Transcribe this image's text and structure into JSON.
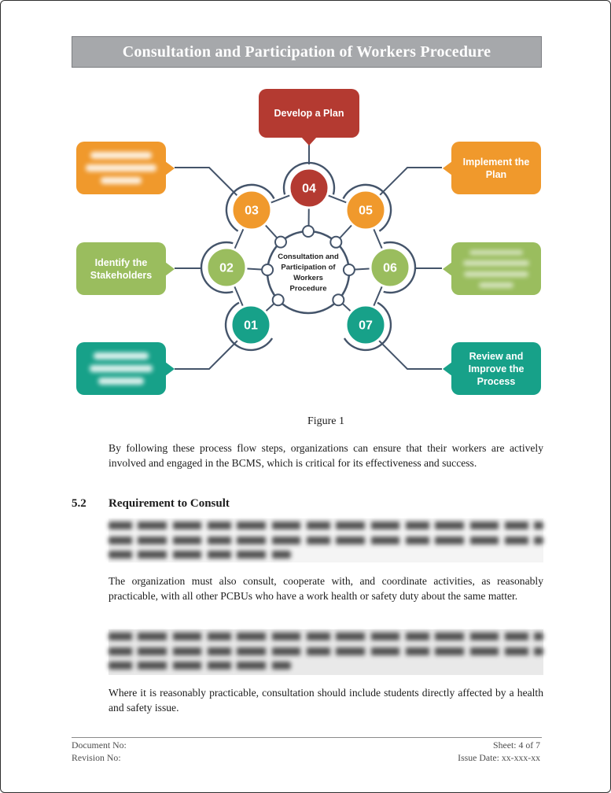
{
  "page": {
    "title": "Consultation and Participation of Workers Procedure",
    "figure_caption": "Figure 1"
  },
  "diagram": {
    "center_label": [
      "Consultation and",
      "Participation of",
      "Workers",
      "Procedure"
    ],
    "colors": {
      "red": "#b43a31",
      "orange": "#f0992c",
      "green": "#9abd5e",
      "teal": "#17a189",
      "connector": "#44546a",
      "banner_gray": "#a6a8ab"
    },
    "steps": [
      {
        "number": "01",
        "color": "teal"
      },
      {
        "number": "02",
        "color": "green"
      },
      {
        "number": "03",
        "color": "orange"
      },
      {
        "number": "04",
        "color": "red"
      },
      {
        "number": "05",
        "color": "orange"
      },
      {
        "number": "06",
        "color": "green"
      },
      {
        "number": "07",
        "color": "teal"
      }
    ],
    "callouts": {
      "top": {
        "label": "Develop a Plan",
        "color": "red",
        "redacted": false
      },
      "top_left": {
        "label": "",
        "color": "orange",
        "redacted": true
      },
      "mid_left": {
        "label": "Identify the Stakeholders",
        "color": "green",
        "redacted": false
      },
      "bottom_left": {
        "label": "",
        "color": "teal",
        "redacted": true
      },
      "top_right": {
        "label": "Implement the Plan",
        "color": "orange",
        "redacted": false
      },
      "mid_right": {
        "label": "",
        "color": "green",
        "redacted": true
      },
      "bottom_right": {
        "label": "Review and Improve the Process",
        "color": "teal",
        "redacted": false
      }
    }
  },
  "body": {
    "para1": "By following these process flow steps, organizations can ensure that their workers are actively involved and engaged in the BCMS, which is critical for its effectiveness and success.",
    "section_number": "5.2",
    "section_title": "Requirement to Consult",
    "redacted_para1_lines": 3,
    "para2": "The organization must also consult, cooperate with, and coordinate activities, as reasonably practicable, with all other PCBUs who have a work health or safety duty about the same matter.",
    "redacted_para2_lines": 3,
    "para3": "Where it is reasonably practicable, consultation should include students directly affected by a health and safety issue."
  },
  "footer": {
    "document_no_label": "Document No:",
    "revision_no_label": "Revision No:",
    "sheet": "Sheet: 4 of 7",
    "issue_date": "Issue Date: xx-xxx-xx"
  }
}
